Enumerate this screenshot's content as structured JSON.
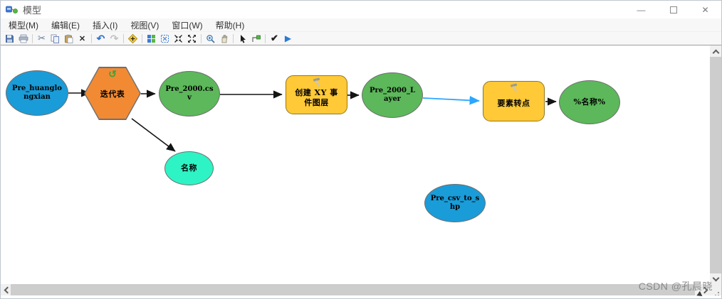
{
  "window": {
    "title": "模型",
    "controls": {
      "minimize": "—",
      "close": "✕"
    }
  },
  "menu": {
    "items": [
      {
        "key": "model",
        "label": "模型(M)"
      },
      {
        "key": "edit",
        "label": "编辑(E)"
      },
      {
        "key": "insert",
        "label": "插入(I)"
      },
      {
        "key": "view",
        "label": "视图(V)"
      },
      {
        "key": "window",
        "label": "窗口(W)"
      },
      {
        "key": "help",
        "label": "帮助(H)"
      }
    ]
  },
  "toolbar": {
    "icons": [
      "save-icon",
      "print-icon",
      "cut-icon",
      "copy-icon",
      "paste-icon",
      "delete-icon",
      "undo-icon",
      "redo-icon",
      "add-data-icon",
      "auto-layout-icon",
      "fit-to-window-icon",
      "zoom-in-icon",
      "full-extent-icon",
      "zoom-tool-icon",
      "pan-icon",
      "select-icon",
      "connect-icon",
      "validate-icon",
      "run-icon"
    ]
  },
  "canvas": {
    "nodes": [
      {
        "id": "pre_huanglongxian",
        "type": "input-variable",
        "shape": "ellipse",
        "label": "Pre_huanglongxian",
        "fill": "#1a9cd8"
      },
      {
        "id": "iterate_table",
        "type": "iterator",
        "shape": "hexagon",
        "label": "迭代表",
        "fill": "#f28a33"
      },
      {
        "id": "pre_2000_csv",
        "type": "derived-data",
        "shape": "ellipse",
        "label": "Pre_2000.csv",
        "fill": "#5cb85a"
      },
      {
        "id": "create_xy_event_layer",
        "type": "tool",
        "shape": "rounded-rect",
        "label": "创建 XY 事件图层",
        "fill": "#ffc937"
      },
      {
        "id": "pre_2000_layer",
        "type": "derived-data",
        "shape": "ellipse",
        "label": "Pre_2000_Layer",
        "fill": "#5cb85a"
      },
      {
        "id": "feature_to_point",
        "type": "tool",
        "shape": "rounded-rect",
        "label": "要素转点",
        "fill": "#ffc937"
      },
      {
        "id": "percent_name",
        "type": "derived-data",
        "shape": "ellipse",
        "label": "%名称%",
        "fill": "#5cb85a"
      },
      {
        "id": "name_value",
        "type": "iterator-output",
        "shape": "ellipse",
        "label": "名称",
        "fill": "#2ef3c5"
      },
      {
        "id": "pre_csv_to_shp",
        "type": "input-variable",
        "shape": "ellipse",
        "label": "Pre_csv_to_shp",
        "fill": "#1a9cd8"
      }
    ],
    "connections": [
      {
        "from": "pre_huanglongxian",
        "to": "iterate_table",
        "color": "#141414"
      },
      {
        "from": "iterate_table",
        "to": "pre_2000_csv",
        "color": "#141414"
      },
      {
        "from": "iterate_table",
        "to": "name_value",
        "color": "#141414"
      },
      {
        "from": "pre_2000_csv",
        "to": "create_xy_event_layer",
        "color": "#141414"
      },
      {
        "from": "create_xy_event_layer",
        "to": "pre_2000_layer",
        "color": "#141414"
      },
      {
        "from": "pre_2000_layer",
        "to": "feature_to_point",
        "color": "#2aa6ff"
      },
      {
        "from": "feature_to_point",
        "to": "percent_name",
        "color": "#141414"
      }
    ]
  },
  "watermark": {
    "text": "CSDN @孔晨晓"
  }
}
